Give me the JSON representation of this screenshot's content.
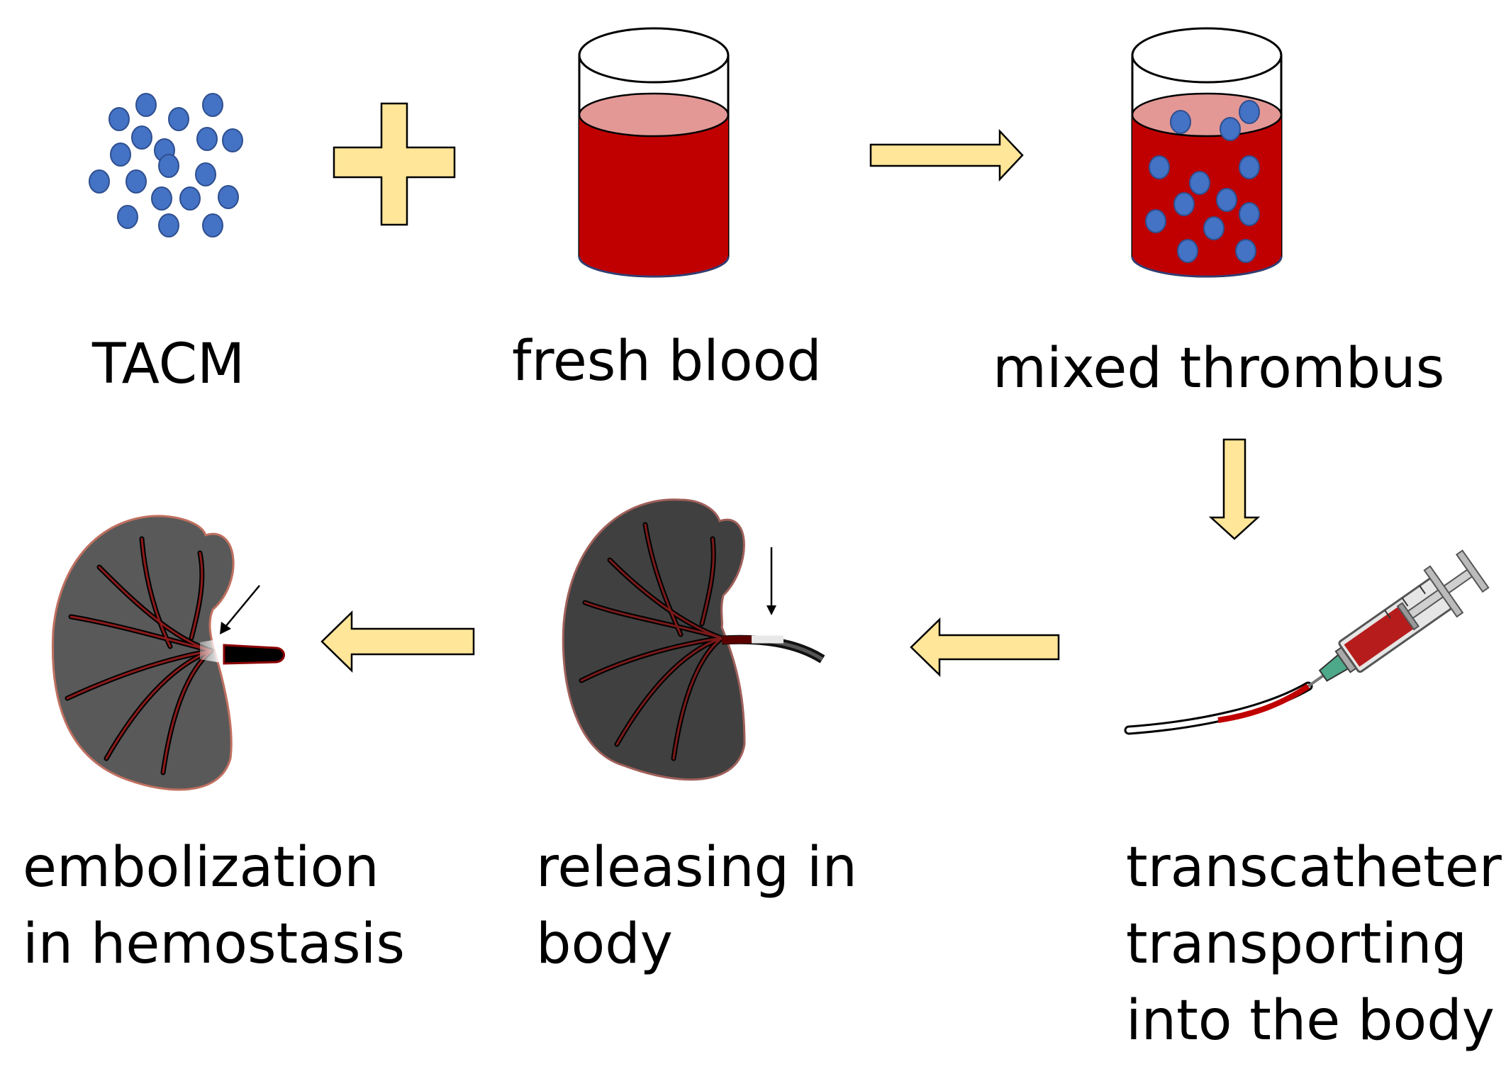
{
  "labels": {
    "tacm": "TACM",
    "fresh_blood": "fresh blood",
    "mixed_thrombus": "mixed thrombus",
    "transcatheter_line1": "transcatheter",
    "transcatheter_line2": "transporting",
    "transcatheter_line3": "into the body",
    "releasing_line1": "releasing in",
    "releasing_line2": "body",
    "embolization_line1": "embolization",
    "embolization_line2": "in hemostasis"
  },
  "colors": {
    "particle": "#4472C4",
    "arrow_fill": "#FFE699",
    "blood": "#C00000",
    "plasma": "#E39896",
    "kidney_dark": "#404040",
    "kidney_light": "#595959",
    "vessel": "#6B0E12"
  }
}
